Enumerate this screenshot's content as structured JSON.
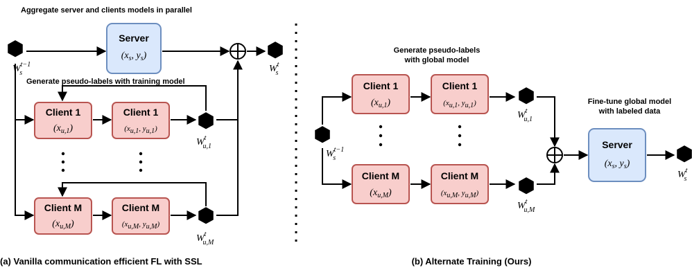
{
  "panel_a": {
    "top_heading": "Aggregate server and clients models in parallel",
    "mid_heading": "Generate pseudo-labels with training model",
    "caption": "(a) Vanilla communication efficient FL with SSL",
    "server": {
      "title": "Server",
      "data": "(x",
      "sub": "s",
      "data2": ", y",
      "sub2": "s",
      "close": ")"
    },
    "client_1a": {
      "title": "Client 1",
      "data": "(x",
      "sub": "u,1",
      "close": ")"
    },
    "client_1b": {
      "title": "Client 1",
      "data": "(x",
      "sub": "u,1",
      "data2": ", y",
      "sub2": "u,1",
      "close": ")"
    },
    "client_ma": {
      "title": "Client M",
      "data": "(x",
      "sub": "u,M",
      "close": ")"
    },
    "client_mb": {
      "title": "Client M",
      "data": "(x",
      "sub": "u,M",
      "data2": ", y",
      "sub2": "u,M",
      "close": ")"
    },
    "w_in": {
      "base": "W",
      "sub": "s",
      "sup": "t−1"
    },
    "w_out": {
      "base": "W",
      "sub": "s",
      "sup": "t"
    },
    "w_c1": {
      "base": "W",
      "sub": "u,1",
      "sup": "t"
    },
    "w_cm": {
      "base": "W",
      "sub": "u,M",
      "sup": "t"
    }
  },
  "panel_b": {
    "top_heading_line1": "Generate pseudo-labels",
    "top_heading_line2": "with global model",
    "right_heading_line1": "Fine-tune global model",
    "right_heading_line2": "with labeled data",
    "caption": "(b) Alternate Training (Ours)",
    "server": {
      "title": "Server",
      "data": "(x",
      "sub": "s",
      "data2": ", y",
      "sub2": "s",
      "close": ")"
    },
    "client_1a": {
      "title": "Client 1",
      "data": "(x",
      "sub": "u,1",
      "close": ")"
    },
    "client_1b": {
      "title": "Client 1",
      "data": "(x",
      "sub": "u,1",
      "data2": ", y",
      "sub2": "u,1",
      "close": ")"
    },
    "client_ma": {
      "title": "Client M",
      "data": "(x",
      "sub": "u,M",
      "close": ")"
    },
    "client_mb": {
      "title": "Client M",
      "data": "(x",
      "sub": "u,M",
      "data2": ", y",
      "sub2": "u,M",
      "close": ")"
    },
    "w_in": {
      "base": "W",
      "sub": "s",
      "sup": "t−1"
    },
    "w_out": {
      "base": "W",
      "sub": "s",
      "sup": "t"
    },
    "w_c1": {
      "base": "W",
      "sub": "u,1",
      "sup": "t"
    },
    "w_cm": {
      "base": "W",
      "sub": "u,M",
      "sup": "t"
    }
  }
}
